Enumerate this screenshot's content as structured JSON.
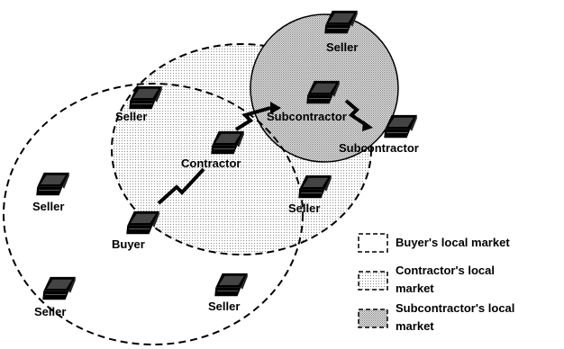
{
  "nodes": {
    "seller_top": "Seller",
    "seller_left_upper": "Seller",
    "subcontractor_1": "Subcontractor",
    "subcontractor_2": "Subcontractor",
    "contractor": "Contractor",
    "seller_mid_right": "Seller",
    "seller_left": "Seller",
    "buyer": "Buyer",
    "seller_bottom_left": "Seller",
    "seller_bottom_mid": "Seller"
  },
  "legend": [
    {
      "line1": "Buyer's local market",
      "line2": ""
    },
    {
      "line1": "Contractor's local",
      "line2": "market"
    },
    {
      "line1": "Subcontractor's local",
      "line2": "market"
    }
  ],
  "icon": "laptop-icon",
  "colors": {
    "stroke": "#000000",
    "subcontractor_fill": "#c8c8c8",
    "contractor_fill": "#e4e4e4",
    "laptop_screen": "#000000"
  }
}
